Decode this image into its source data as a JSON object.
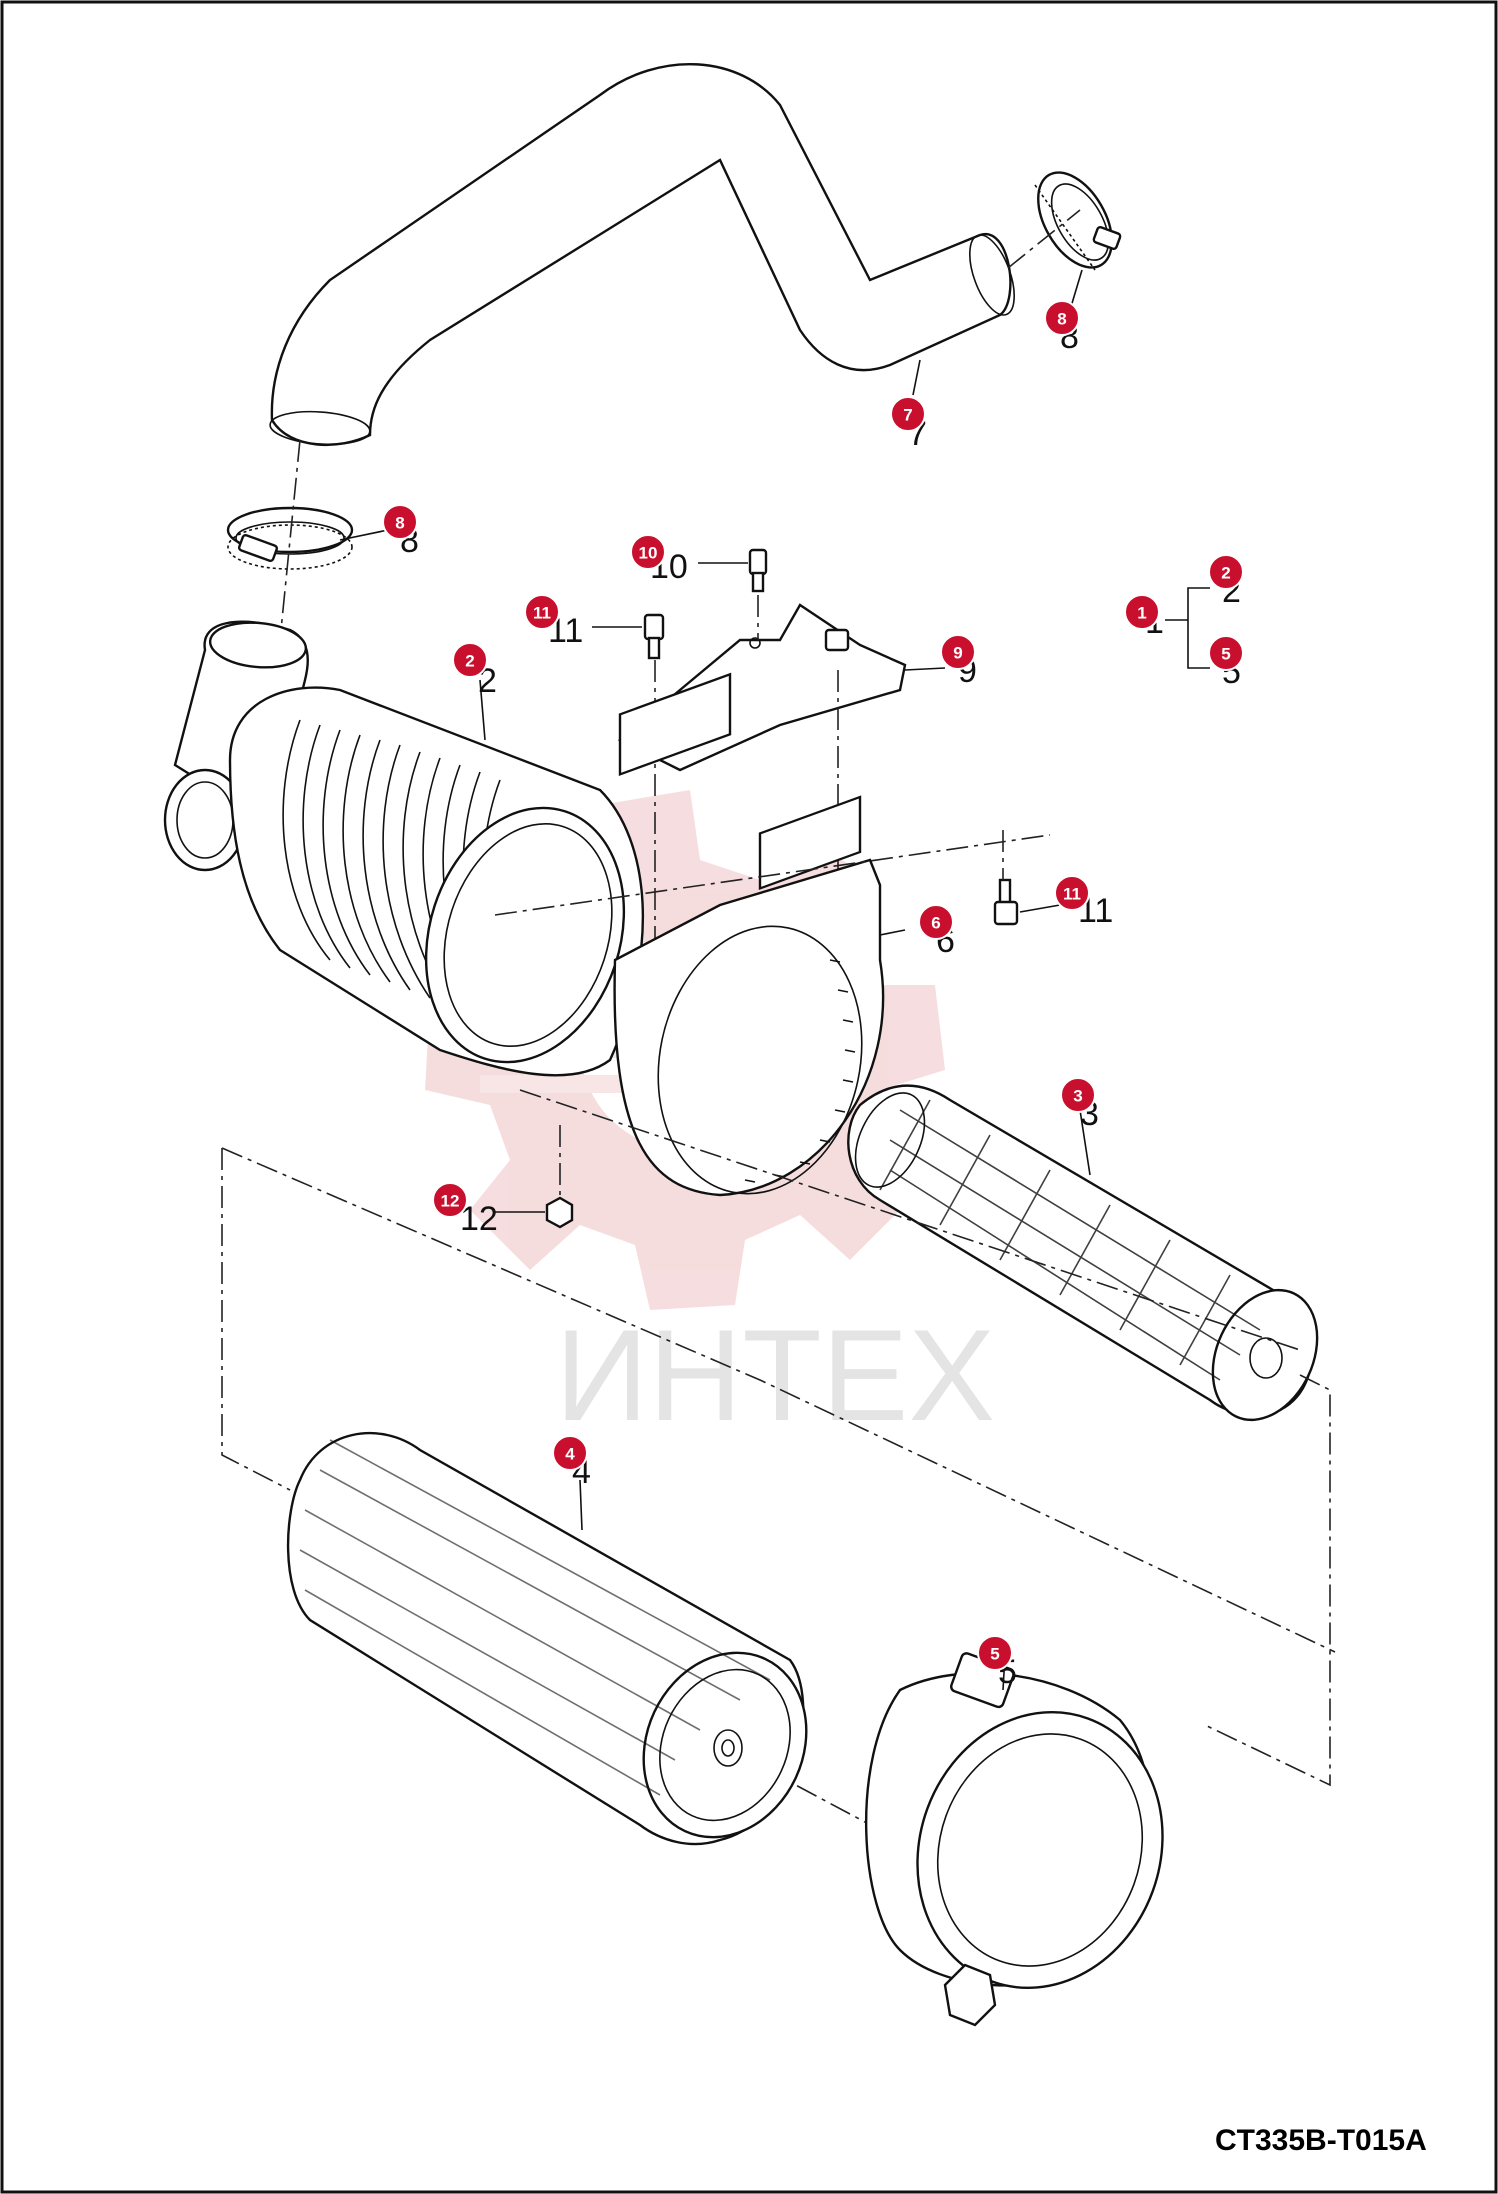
{
  "drawing_code": "CT335B-T015A",
  "watermark": "ИНТЕХ",
  "colors": {
    "badge": "#c8102e",
    "badge_ring": "#ffffff",
    "line": "#111111",
    "watermark": "#e9b1b4"
  },
  "callouts": [
    {
      "id": "c-8-top",
      "badge": "8",
      "label": "8",
      "part": "hose-clamp"
    },
    {
      "id": "c-7",
      "badge": "7",
      "label": "7",
      "part": "intake-hose"
    },
    {
      "id": "c-8-left",
      "badge": "8",
      "label": "8",
      "part": "hose-clamp"
    },
    {
      "id": "c-10",
      "badge": "10",
      "label": "10",
      "part": "bolt"
    },
    {
      "id": "c-11-left",
      "badge": "11",
      "label": "11",
      "part": "bolt"
    },
    {
      "id": "c-9",
      "badge": "9",
      "label": "9",
      "part": "mounting-plate"
    },
    {
      "id": "c-2-main",
      "badge": "2",
      "label": "2",
      "part": "air-filter-housing"
    },
    {
      "id": "c-6",
      "badge": "6",
      "label": "6",
      "part": "mounting-band"
    },
    {
      "id": "c-11-right",
      "badge": "11",
      "label": "11",
      "part": "bolt"
    },
    {
      "id": "c-3",
      "badge": "3",
      "label": "3",
      "part": "inner-filter-element"
    },
    {
      "id": "c-12",
      "badge": "12",
      "label": "12",
      "part": "nut"
    },
    {
      "id": "c-4",
      "badge": "4",
      "label": "4",
      "part": "outer-filter-element"
    },
    {
      "id": "c-5-main",
      "badge": "5",
      "label": "5",
      "part": "end-cover"
    }
  ],
  "assembly": {
    "badge": "1",
    "label": "1",
    "children": [
      {
        "badge": "2",
        "label": "2"
      },
      {
        "badge": "5",
        "label": "5"
      }
    ]
  }
}
